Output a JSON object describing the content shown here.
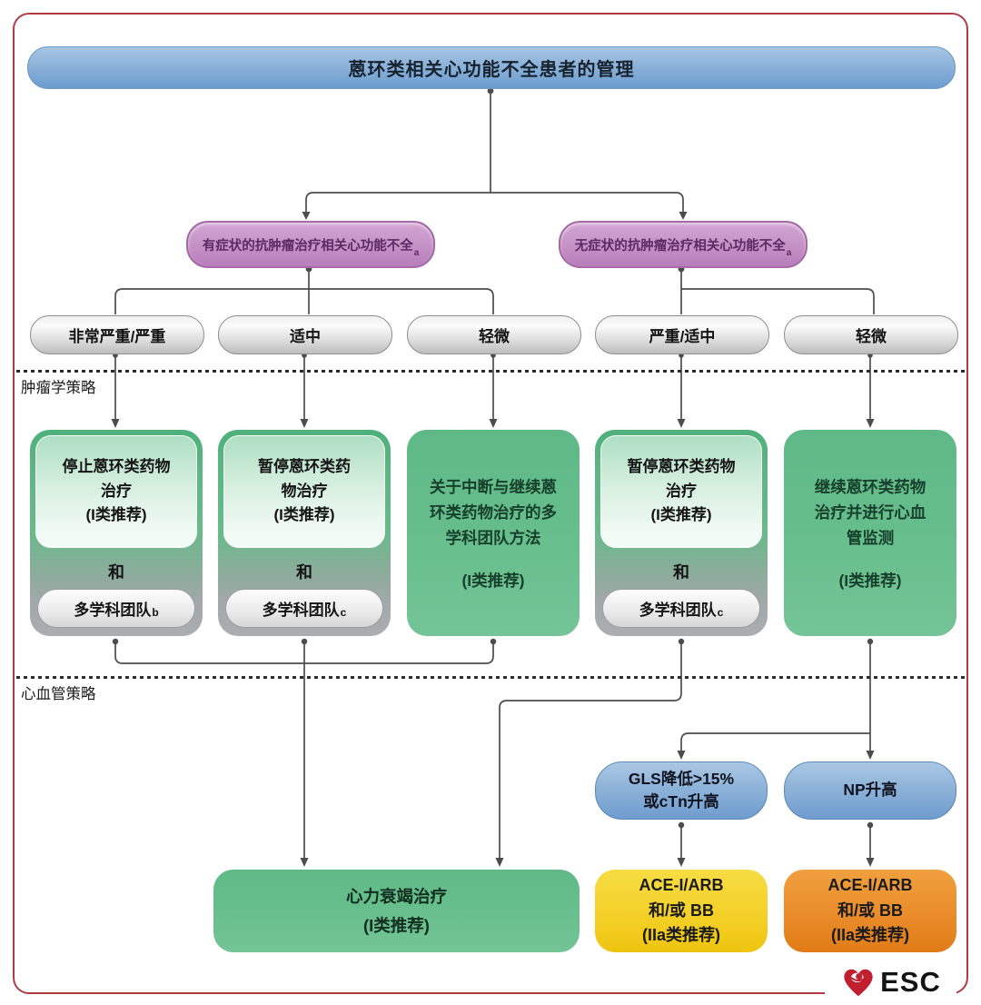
{
  "colors": {
    "frame_border": "#b13a47",
    "title_blue": "#6b9cce",
    "purple_node": "#c795c8",
    "severity_gray": "#dcdcdc",
    "oncology_green": "#68be8d",
    "monitor_blue": "#8db3d8",
    "outcome_yellow": "#f4d028",
    "outcome_orange": "#ea8c2a",
    "connector_gray": "#4c4c4c",
    "esc_red": "#c01f30"
  },
  "header": {
    "title": "蒽环类相关心功能不全患者的管理"
  },
  "sections": {
    "oncology": "肿瘤学策略",
    "cardio": "心血管策略"
  },
  "level1": [
    {
      "label": "有症状的抗肿瘤治疗相关心功能不全",
      "sup": "a"
    },
    {
      "label": "无症状的抗肿瘤治疗相关心功能不全",
      "sup": "a"
    }
  ],
  "severity": [
    "非常严重/严重",
    "适中",
    "轻微",
    "严重/适中",
    "轻微"
  ],
  "oncology_boxes": [
    {
      "type": "split",
      "inner": "停止蒽环类药物\n治疗\n(I类推荐)",
      "and": "和",
      "team": "多学科团队",
      "team_sup": "b"
    },
    {
      "type": "split",
      "inner": "暂停蒽环类药\n物治疗\n(I类推荐)",
      "and": "和",
      "team": "多学科团队",
      "team_sup": "c"
    },
    {
      "type": "solid",
      "main": "关于中断与继续蒽\n环类药物治疗的多\n学科团队方法",
      "rec": "(I类推荐)"
    },
    {
      "type": "split",
      "inner": "暂停蒽环类药物\n治疗\n(I类推荐)",
      "and": "和",
      "team": "多学科团队",
      "team_sup": "c"
    },
    {
      "type": "solid",
      "main": "继续蒽环类药物\n治疗并进行心血\n管监测",
      "rec": "(I类推荐)"
    }
  ],
  "monitor_boxes": [
    {
      "text": "GLS降低>15%\n或cTn升高"
    },
    {
      "text": "NP升高"
    }
  ],
  "outcomes": {
    "hf": "心力衰竭治疗\n(I类推荐)",
    "acei_yellow": "ACE-I/ARB\n和/或 BB\n(IIa类推荐)",
    "acei_orange": "ACE-I/ARB\n和/或 BB\n(IIa类推荐)"
  },
  "logo": {
    "text": "ESC"
  }
}
